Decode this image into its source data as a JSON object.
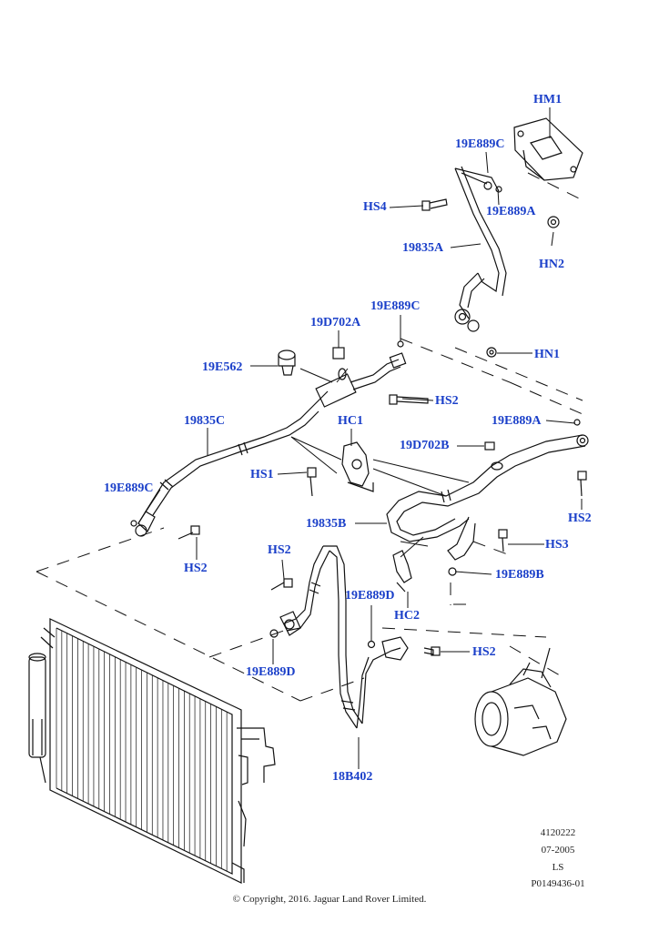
{
  "callouts": {
    "hm1": "HM1",
    "e889c_top": "19E889C",
    "hs4": "HS4",
    "e889a_top": "19E889A",
    "b835a": "19835A",
    "hn2": "HN2",
    "hn1": "HN1",
    "e889c_mid": "19E889C",
    "d702a": "19D702A",
    "e562": "19E562",
    "hs2_a": "HS2",
    "e889a_right": "19E889A",
    "b835c": "19835C",
    "hc1": "HC1",
    "d702b": "19D702B",
    "hs1": "HS1",
    "e889c_left": "19E889C",
    "hs2_b": "HS2",
    "b835b": "19835B",
    "hs2_c": "HS2",
    "hs3": "HS3",
    "e889b": "19E889B",
    "hs2_d": "HS2",
    "e889d_mid": "19E889D",
    "hc2": "HC2",
    "hs2_e": "HS2",
    "e889d_left": "19E889D",
    "b402": "18B402"
  },
  "meta": {
    "code": "4120222",
    "date": "07-2005",
    "ls": "LS",
    "ref": "P0149436-01"
  },
  "copyright": "© Copyright, 2016. Jaguar Land Rover Limited.",
  "colors": {
    "callout": "#1a3fc9",
    "line": "#111111"
  }
}
